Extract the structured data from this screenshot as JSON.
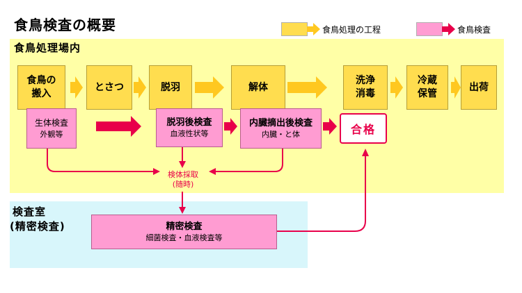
{
  "title": "食鳥検査の概要",
  "legend": {
    "process_label": "食鳥処理の工程",
    "inspection_label": "食鳥検査"
  },
  "colors": {
    "process": "#ffdd4f",
    "process_arrow": "#ffc820",
    "inspection": "#ff9cd2",
    "inspection_arrow": "#e8004a",
    "plant_zone": "#ffffa6",
    "lab_zone": "#d8f6fb"
  },
  "plant": {
    "label": "食鳥処理場内",
    "steps": [
      "食鳥の\n搬入",
      "とさつ",
      "脱羽",
      "解体",
      "洗浄\n消毒",
      "冷蔵\n保管",
      "出荷"
    ],
    "inspections": {
      "live": {
        "title": "生体検査",
        "sub": "外観等"
      },
      "defeather": {
        "title": "脱羽後検査",
        "sub": "血液性状等"
      },
      "evisceration": {
        "title": "内臓摘出後検査",
        "sub": "内臓・と体"
      }
    },
    "pass": "合格",
    "sampling": {
      "line1": "検体採取",
      "line2": "(随時)"
    }
  },
  "lab": {
    "label_line1": "検査室",
    "label_line2": "(精密検査)",
    "precision": {
      "title": "精密検査",
      "sub": "細菌検査・血液検査等"
    }
  }
}
